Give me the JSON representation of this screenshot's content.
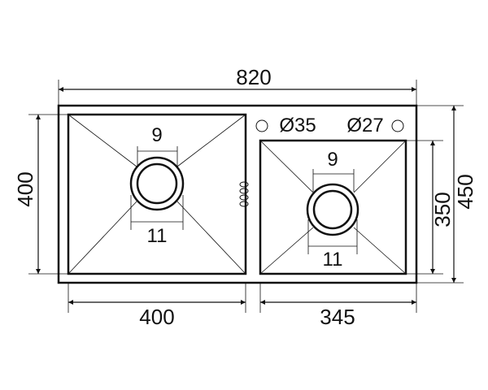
{
  "dimensions": {
    "overall_width": "820",
    "overall_depth": "450",
    "left_bowl_width": "400",
    "left_bowl_depth": "400",
    "right_bowl_width": "345",
    "right_bowl_depth": "350",
    "tap_hole_1": "Ø35",
    "tap_hole_2": "Ø27",
    "left_drain_inner": "9",
    "left_drain_outer": "11",
    "right_drain_inner": "9",
    "right_drain_outer": "11"
  },
  "colors": {
    "line": "#111111",
    "background": "#ffffff"
  }
}
